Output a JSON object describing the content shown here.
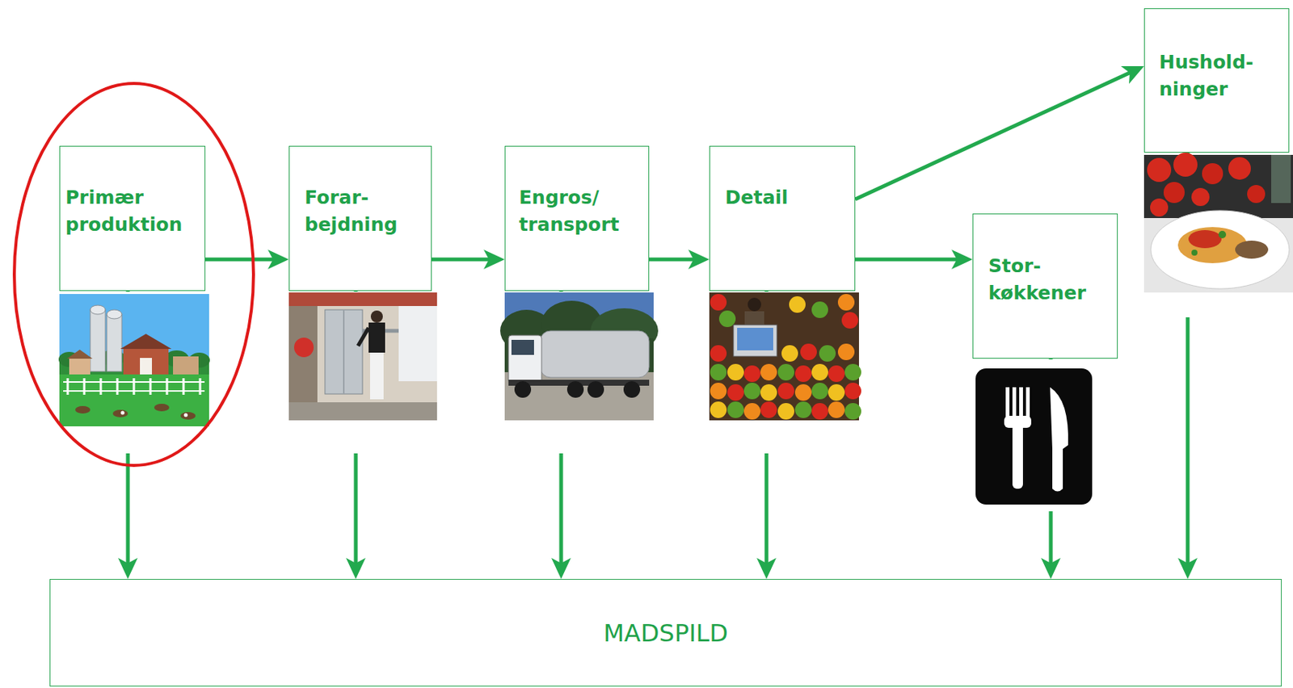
{
  "diagram": {
    "nodes": [
      {
        "text": [
          "Primær produktion"
        ]
      },
      {
        "text": [
          "Forar- bejdning"
        ]
      },
      {
        "text": [
          "Engros/ transport"
        ]
      },
      {
        "text": [
          "Detail"
        ]
      },
      {
        "text": [
          "Stor- køkkener"
        ]
      },
      {
        "text": [
          "Hushold- ninger"
        ]
      },
      {
        "text": [
          "MADSPILD"
        ]
      }
    ],
    "edges": [
      {
        "from": 0,
        "to": 1,
        "arrow": "to"
      },
      {
        "from": 1,
        "to": 2,
        "arrow": "to"
      },
      {
        "from": 2,
        "to": 3,
        "arrow": "to"
      },
      {
        "from": 3,
        "to": 4,
        "arrow": "to"
      },
      {
        "from": 3,
        "to": 5,
        "arrow": "to"
      },
      {
        "from": 0,
        "to": 6,
        "arrow": "to"
      },
      {
        "from": 1,
        "to": 6,
        "arrow": "to"
      },
      {
        "from": 2,
        "to": 6,
        "arrow": "to"
      },
      {
        "from": 3,
        "to": 6,
        "arrow": "to"
      },
      {
        "from": 4,
        "to": 6,
        "arrow": "to"
      },
      {
        "from": 5,
        "to": 6,
        "arrow": "to"
      }
    ]
  }
}
